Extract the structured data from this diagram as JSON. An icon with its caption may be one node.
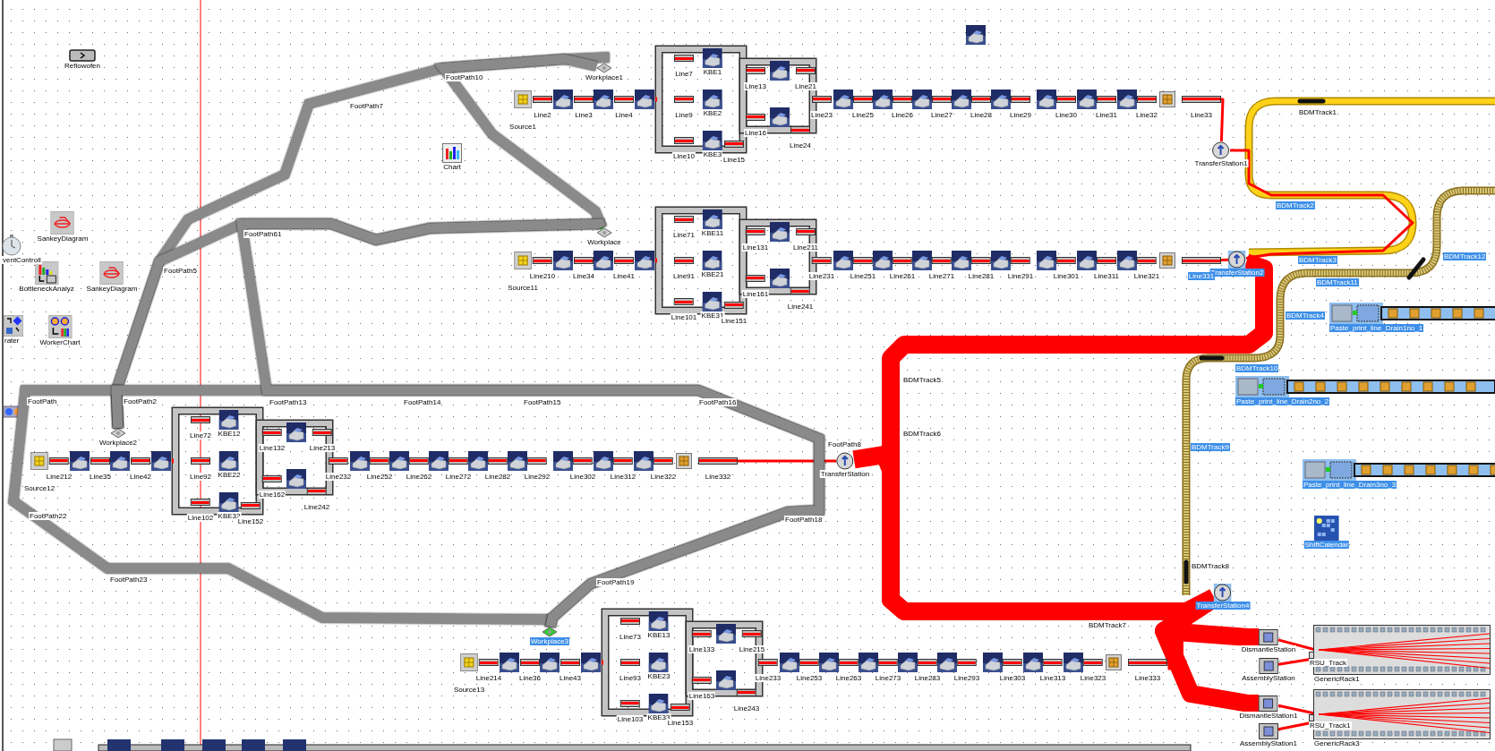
{
  "diagram": {
    "nodes": [
      {
        "text": [
          "Reflowofen"
        ]
      },
      {
        "text": [
          "SankeyDiagram"
        ]
      },
      {
        "text": [
          "ventControll"
        ]
      },
      {
        "text": [
          "BottleneckAnalyz"
        ]
      },
      {
        "text": [
          "SankeyDiagram"
        ]
      },
      {
        "text": [
          "rater"
        ]
      },
      {
        "text": [
          "WorkerChart"
        ]
      },
      {
        "text": [
          "Chart"
        ]
      },
      {
        "text": [],
        "shape": "picture"
      },
      {
        "text": [
          "Workplace1"
        ]
      },
      {
        "text": [
          "Workplace"
        ]
      },
      {
        "text": [
          "Workplace2"
        ]
      },
      {
        "text": [
          "Workplace3"
        ]
      },
      {
        "text": [
          "TransferStation1"
        ]
      },
      {
        "text": [
          "TransferStation2"
        ]
      },
      {
        "text": [
          "TransferStation"
        ]
      },
      {
        "text": [
          "TransferStation4"
        ]
      },
      {
        "text": [
          "Paste_print_line_Drain1no_1"
        ]
      },
      {
        "text": [
          "Paste_print_line_Drain2no_2"
        ]
      },
      {
        "text": [
          "Paste_print_line_Drain3no_3"
        ]
      },
      {
        "text": [
          "ShiftCalendar"
        ]
      },
      {
        "text": [
          "DismantleStation"
        ]
      },
      {
        "text": [
          "AssemblyStation"
        ]
      },
      {
        "text": [
          "DismantleStation1"
        ]
      },
      {
        "text": [
          "AssemblyStation1"
        ]
      },
      {
        "text": [
          "RSU_Track"
        ]
      },
      {
        "text": [
          "RSU_Track1"
        ]
      },
      {
        "text": [
          "GenericRack1"
        ]
      },
      {
        "text": [
          "GenericRack3"
        ]
      },
      {
        "text": [
          "Source1"
        ]
      },
      {
        "text": [
          "Line2"
        ]
      },
      {
        "text": [],
        "shape": "picture"
      },
      {
        "text": [
          "Line3"
        ]
      },
      {
        "text": [],
        "shape": "picture"
      },
      {
        "text": [
          "Line4"
        ]
      },
      {
        "text": [],
        "shape": "picture"
      },
      {
        "text": [
          "Line7"
        ]
      },
      {
        "text": [
          "Line9"
        ]
      },
      {
        "text": [
          "Line10"
        ]
      },
      {
        "text": [
          "KBE1"
        ]
      },
      {
        "text": [
          "KBE2"
        ]
      },
      {
        "text": [
          "KBE3"
        ]
      },
      {
        "text": [
          "Line13"
        ]
      },
      {
        "text": [
          "Line16"
        ]
      },
      {
        "text": [
          "Line15"
        ]
      },
      {
        "text": [],
        "shape": "picture"
      },
      {
        "text": [],
        "shape": "picture"
      },
      {
        "text": [
          "Line21"
        ]
      },
      {
        "text": [
          "Line23"
        ]
      },
      {
        "text": [
          "Line24"
        ]
      },
      {
        "text": [],
        "shape": "picture"
      },
      {
        "text": [
          "Line25"
        ]
      },
      {
        "text": [],
        "shape": "picture"
      },
      {
        "text": [
          "Line26"
        ]
      },
      {
        "text": [],
        "shape": "picture"
      },
      {
        "text": [
          "Line27"
        ]
      },
      {
        "text": [],
        "shape": "picture"
      },
      {
        "text": [
          "Line28"
        ]
      },
      {
        "text": [],
        "shape": "picture"
      },
      {
        "text": [
          "Line29"
        ]
      },
      {
        "text": [],
        "shape": "picture"
      },
      {
        "text": [
          "Line30"
        ]
      },
      {
        "text": [],
        "shape": "picture"
      },
      {
        "text": [
          "Line31"
        ]
      },
      {
        "text": [],
        "shape": "picture"
      },
      {
        "text": [
          "Line32"
        ]
      },
      {
        "text": [],
        "shape": "box"
      },
      {
        "text": [
          "Line33"
        ]
      },
      {
        "text": [
          "Source11"
        ]
      },
      {
        "text": [
          "Line210"
        ]
      },
      {
        "text": [],
        "shape": "picture"
      },
      {
        "text": [
          "Line34"
        ]
      },
      {
        "text": [],
        "shape": "picture"
      },
      {
        "text": [
          "Line41"
        ]
      },
      {
        "text": [],
        "shape": "picture"
      },
      {
        "text": [
          "Line71"
        ]
      },
      {
        "text": [
          "Line91"
        ]
      },
      {
        "text": [
          "Line101"
        ]
      },
      {
        "text": [
          "KBE11"
        ]
      },
      {
        "text": [
          "KBE21"
        ]
      },
      {
        "text": [
          "KBE31"
        ]
      },
      {
        "text": [
          "Line131"
        ]
      },
      {
        "text": [
          "Line161"
        ]
      },
      {
        "text": [
          "Line151"
        ]
      },
      {
        "text": [],
        "shape": "picture"
      },
      {
        "text": [],
        "shape": "picture"
      },
      {
        "text": [
          "Line211"
        ]
      },
      {
        "text": [
          "Line231"
        ]
      },
      {
        "text": [
          "Line241"
        ]
      },
      {
        "text": [],
        "shape": "picture"
      },
      {
        "text": [
          "Line251"
        ]
      },
      {
        "text": [],
        "shape": "picture"
      },
      {
        "text": [
          "Line261"
        ]
      },
      {
        "text": [],
        "shape": "picture"
      },
      {
        "text": [
          "Line271"
        ]
      },
      {
        "text": [],
        "shape": "picture"
      },
      {
        "text": [
          "Line281"
        ]
      },
      {
        "text": [],
        "shape": "picture"
      },
      {
        "text": [
          "Line291"
        ]
      },
      {
        "text": [],
        "shape": "picture"
      },
      {
        "text": [
          "Line301"
        ]
      },
      {
        "text": [],
        "shape": "picture"
      },
      {
        "text": [
          "Line311"
        ]
      },
      {
        "text": [],
        "shape": "picture"
      },
      {
        "text": [
          "Line321"
        ]
      },
      {
        "text": [],
        "shape": "box"
      },
      {
        "text": [
          "Line331"
        ]
      },
      {
        "text": [
          "Source12"
        ]
      },
      {
        "text": [
          "Line212"
        ]
      },
      {
        "text": [],
        "shape": "picture"
      },
      {
        "text": [
          "Line35"
        ]
      },
      {
        "text": [],
        "shape": "picture"
      },
      {
        "text": [
          "Line42"
        ]
      },
      {
        "text": [],
        "shape": "picture"
      },
      {
        "text": [
          "Line72"
        ]
      },
      {
        "text": [
          "Line92"
        ]
      },
      {
        "text": [
          "Line102"
        ]
      },
      {
        "text": [
          "KBE12"
        ]
      },
      {
        "text": [
          "KBE22"
        ]
      },
      {
        "text": [
          "KBE32"
        ]
      },
      {
        "text": [
          "Line132"
        ]
      },
      {
        "text": [
          "Line162"
        ]
      },
      {
        "text": [
          "Line152"
        ]
      },
      {
        "text": [],
        "shape": "picture"
      },
      {
        "text": [],
        "shape": "picture"
      },
      {
        "text": [
          "Line213"
        ]
      },
      {
        "text": [
          "Line232"
        ]
      },
      {
        "text": [
          "Line242"
        ]
      },
      {
        "text": [],
        "shape": "picture"
      },
      {
        "text": [
          "Line252"
        ]
      },
      {
        "text": [],
        "shape": "picture"
      },
      {
        "text": [
          "Line262"
        ]
      },
      {
        "text": [],
        "shape": "picture"
      },
      {
        "text": [
          "Line272"
        ]
      },
      {
        "text": [],
        "shape": "picture"
      },
      {
        "text": [
          "Line282"
        ]
      },
      {
        "text": [],
        "shape": "picture"
      },
      {
        "text": [
          "Line292"
        ]
      },
      {
        "text": [],
        "shape": "picture"
      },
      {
        "text": [
          "Line302"
        ]
      },
      {
        "text": [],
        "shape": "picture"
      },
      {
        "text": [
          "Line312"
        ]
      },
      {
        "text": [],
        "shape": "picture"
      },
      {
        "text": [
          "Line322"
        ]
      },
      {
        "text": [],
        "shape": "box"
      },
      {
        "text": [
          "Line332"
        ]
      },
      {
        "text": [
          "Source13"
        ]
      },
      {
        "text": [
          "Line214"
        ]
      },
      {
        "text": [],
        "shape": "picture"
      },
      {
        "text": [
          "Line36"
        ]
      },
      {
        "text": [],
        "shape": "picture"
      },
      {
        "text": [
          "Line43"
        ]
      },
      {
        "text": [],
        "shape": "picture"
      },
      {
        "text": [
          "Line73"
        ]
      },
      {
        "text": [
          "Line93"
        ]
      },
      {
        "text": [
          "Line103"
        ]
      },
      {
        "text": [
          "KBE13"
        ]
      },
      {
        "text": [
          "KBE23"
        ]
      },
      {
        "text": [
          "KBE33"
        ]
      },
      {
        "text": [
          "Line133"
        ]
      },
      {
        "text": [
          "Line163"
        ]
      },
      {
        "text": [
          "Line153"
        ]
      },
      {
        "text": [],
        "shape": "picture"
      },
      {
        "text": [],
        "shape": "picture"
      },
      {
        "text": [
          "Line215"
        ]
      },
      {
        "text": [
          "Line233"
        ]
      },
      {
        "text": [
          "Line243"
        ]
      },
      {
        "text": [],
        "shape": "picture"
      },
      {
        "text": [
          "Line253"
        ]
      },
      {
        "text": [],
        "shape": "picture"
      },
      {
        "text": [
          "Line263"
        ]
      },
      {
        "text": [],
        "shape": "picture"
      },
      {
        "text": [
          "Line273"
        ]
      },
      {
        "text": [],
        "shape": "picture"
      },
      {
        "text": [
          "Line283"
        ]
      },
      {
        "text": [],
        "shape": "picture"
      },
      {
        "text": [
          "Line293"
        ]
      },
      {
        "text": [],
        "shape": "picture"
      },
      {
        "text": [
          "Line303"
        ]
      },
      {
        "text": [],
        "shape": "picture"
      },
      {
        "text": [
          "Line313"
        ]
      },
      {
        "text": [],
        "shape": "picture"
      },
      {
        "text": [
          "Line323"
        ]
      },
      {
        "text": [],
        "shape": "box"
      },
      {
        "text": [
          "Line333"
        ]
      }
    ],
    "edges": [
      {
        "from": 67,
        "to": 13,
        "arrow": "none"
      },
      {
        "from": 106,
        "to": 14,
        "arrow": "none"
      },
      {
        "from": 145,
        "to": 15,
        "arrow": "none"
      },
      {
        "from": 184,
        "to": 16,
        "arrow": "none",
        "style": "thick"
      },
      {
        "from": 13,
        "to": 14,
        "arrow": "none"
      },
      {
        "from": 14,
        "to": 16,
        "arrow": "none",
        "style": "thick"
      },
      {
        "from": 15,
        "to": 16,
        "arrow": "none",
        "style": "thick"
      },
      {
        "from": 16,
        "to": 21,
        "arrow": "none",
        "style": "thick"
      },
      {
        "from": 16,
        "to": 23,
        "arrow": "none",
        "style": "thick"
      },
      {
        "from": 21,
        "to": 25,
        "arrow": "none"
      },
      {
        "from": 22,
        "to": 25,
        "arrow": "none"
      },
      {
        "from": 23,
        "to": 26,
        "arrow": "none"
      },
      {
        "from": 24,
        "to": 26,
        "arrow": "none"
      },
      {
        "from": 9,
        "to": 11,
        "arrow": "none",
        "color": "#8a8a8a"
      },
      {
        "from": 10,
        "to": 11,
        "arrow": "none",
        "color": "#8a8a8a"
      },
      {
        "from": 9,
        "to": 10,
        "arrow": "none",
        "color": "#8a8a8a"
      },
      {
        "from": 11,
        "to": 12,
        "arrow": "none",
        "color": "#8a8a8a"
      },
      {
        "from": 11,
        "to": 12,
        "arrow": "none",
        "color": "#8a8a8a"
      },
      {
        "from": 10,
        "to": 12,
        "arrow": "none",
        "color": "#8a8a8a"
      }
    ],
    "labels": [
      "FootPath10",
      "FootPath7",
      "FootPath61",
      "FootPath5",
      "FootPath",
      "FootPath2",
      "FootPath13",
      "FootPath14",
      "FootPath15",
      "FootPath16",
      "FootPath8",
      "FootPath18",
      "FootPath22",
      "FootPath19",
      "FootPath23",
      "BDMTrack1",
      "BDMTrack2",
      "BDMTrack3",
      "BDMTrack11",
      "BDMTrack12",
      "BDMTrack4",
      "BDMTrack10",
      "BDMTrack5",
      "BDMTrack6",
      "BDMTrack9",
      "BDMTrack8",
      "BDMTrack7"
    ]
  }
}
